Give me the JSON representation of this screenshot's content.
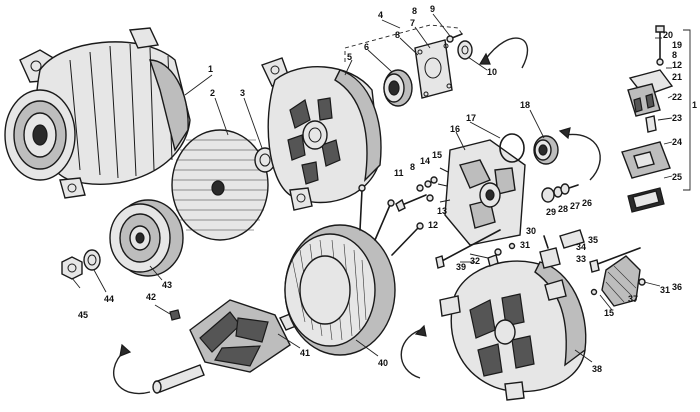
{
  "callouts": {
    "c1": "1",
    "c1b": "1",
    "c2": "2",
    "c3": "3",
    "c4": "4",
    "c5": "5",
    "c6": "6",
    "c7": "7",
    "c8": "8",
    "c8b": "8",
    "c8c": "8",
    "c9": "9",
    "c10": "10",
    "c11": "11",
    "c12": "12",
    "c12b": "12",
    "c13": "13",
    "c14": "14",
    "c15": "15",
    "c15b": "15",
    "c16": "16",
    "c17": "17",
    "c18": "18",
    "c19": "19",
    "c20": "20",
    "c21": "21",
    "c22": "22",
    "c23": "23",
    "c24": "24",
    "c25": "25",
    "c26": "26",
    "c27": "27",
    "c28": "28",
    "c29": "29",
    "c30": "30",
    "c31": "31",
    "c31b": "31",
    "c32": "32",
    "c33": "33",
    "c34": "34",
    "c35": "35",
    "c36": "36",
    "c37": "37",
    "c38": "38",
    "c39": "39",
    "c40": "40",
    "c41": "41",
    "c42": "42",
    "c43": "43",
    "c44": "44",
    "c45": "45"
  },
  "colors": {
    "ink": "#1a1a1a",
    "shade": "#bdbdbd",
    "paper": "#ffffff"
  }
}
